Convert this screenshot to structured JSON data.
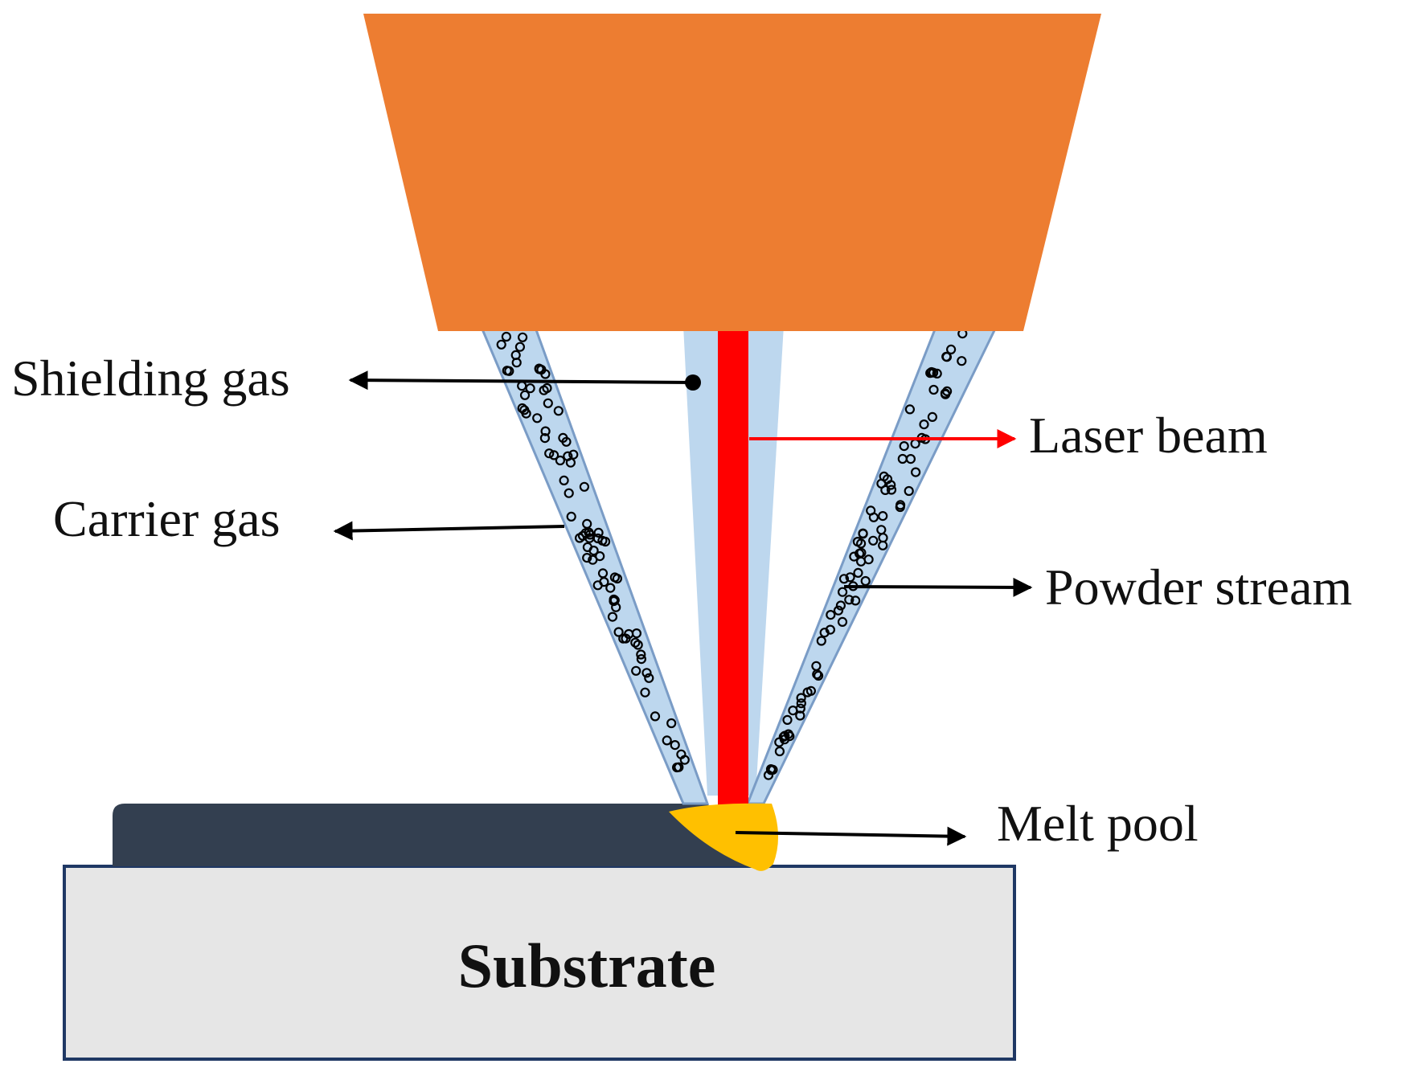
{
  "labels": {
    "shielding_gas": "Shielding gas",
    "carrier_gas": "Carrier gas",
    "laser_beam": "Laser beam",
    "powder_stream": "Powder stream",
    "melt_pool": "Melt pool",
    "substrate": "Substrate"
  },
  "colors": {
    "nozzle": "#ED7D31",
    "laser": "#FF0000",
    "gas_stream": "#BDD7EE",
    "gas_stream_edge": "#7A9CC6",
    "deposited_layer": "#333F50",
    "melt_pool": "#FFC000",
    "substrate": "#E6E6E6",
    "substrate_edge": "#1F3864",
    "annotation_arrow": "#000000",
    "laser_arrow": "#FF0000"
  }
}
